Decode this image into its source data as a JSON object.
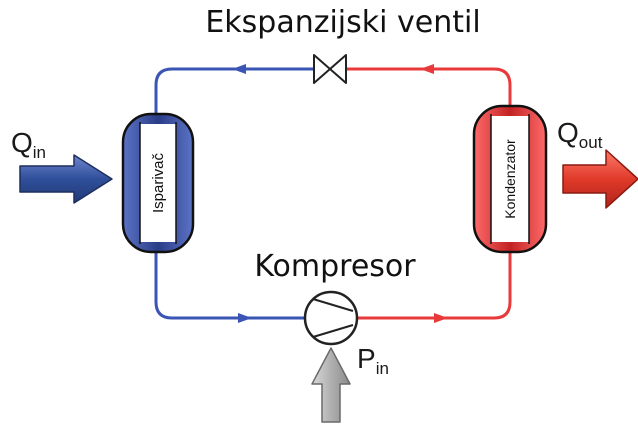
{
  "labels": {
    "expansion_valve": "Ekspanzijski ventil",
    "compressor": "Kompresor",
    "evaporator": "Isparivač",
    "condenser": "Kondenzator",
    "q_in_main": "Q",
    "q_in_sub": "in",
    "q_out_main": "Q",
    "q_out_sub": "out",
    "p_in_main": "P",
    "p_in_sub": "in"
  },
  "colors": {
    "cold_line": "#3a55b4",
    "hot_line": "#e83a3a",
    "evaporator_fill": "#3c4f9a",
    "condenser_fill": "#d83a3a",
    "q_in_arrow": "#2f4f9a",
    "q_out_arrow": "#e03a2a",
    "p_in_arrow": "#b9b9b9"
  }
}
